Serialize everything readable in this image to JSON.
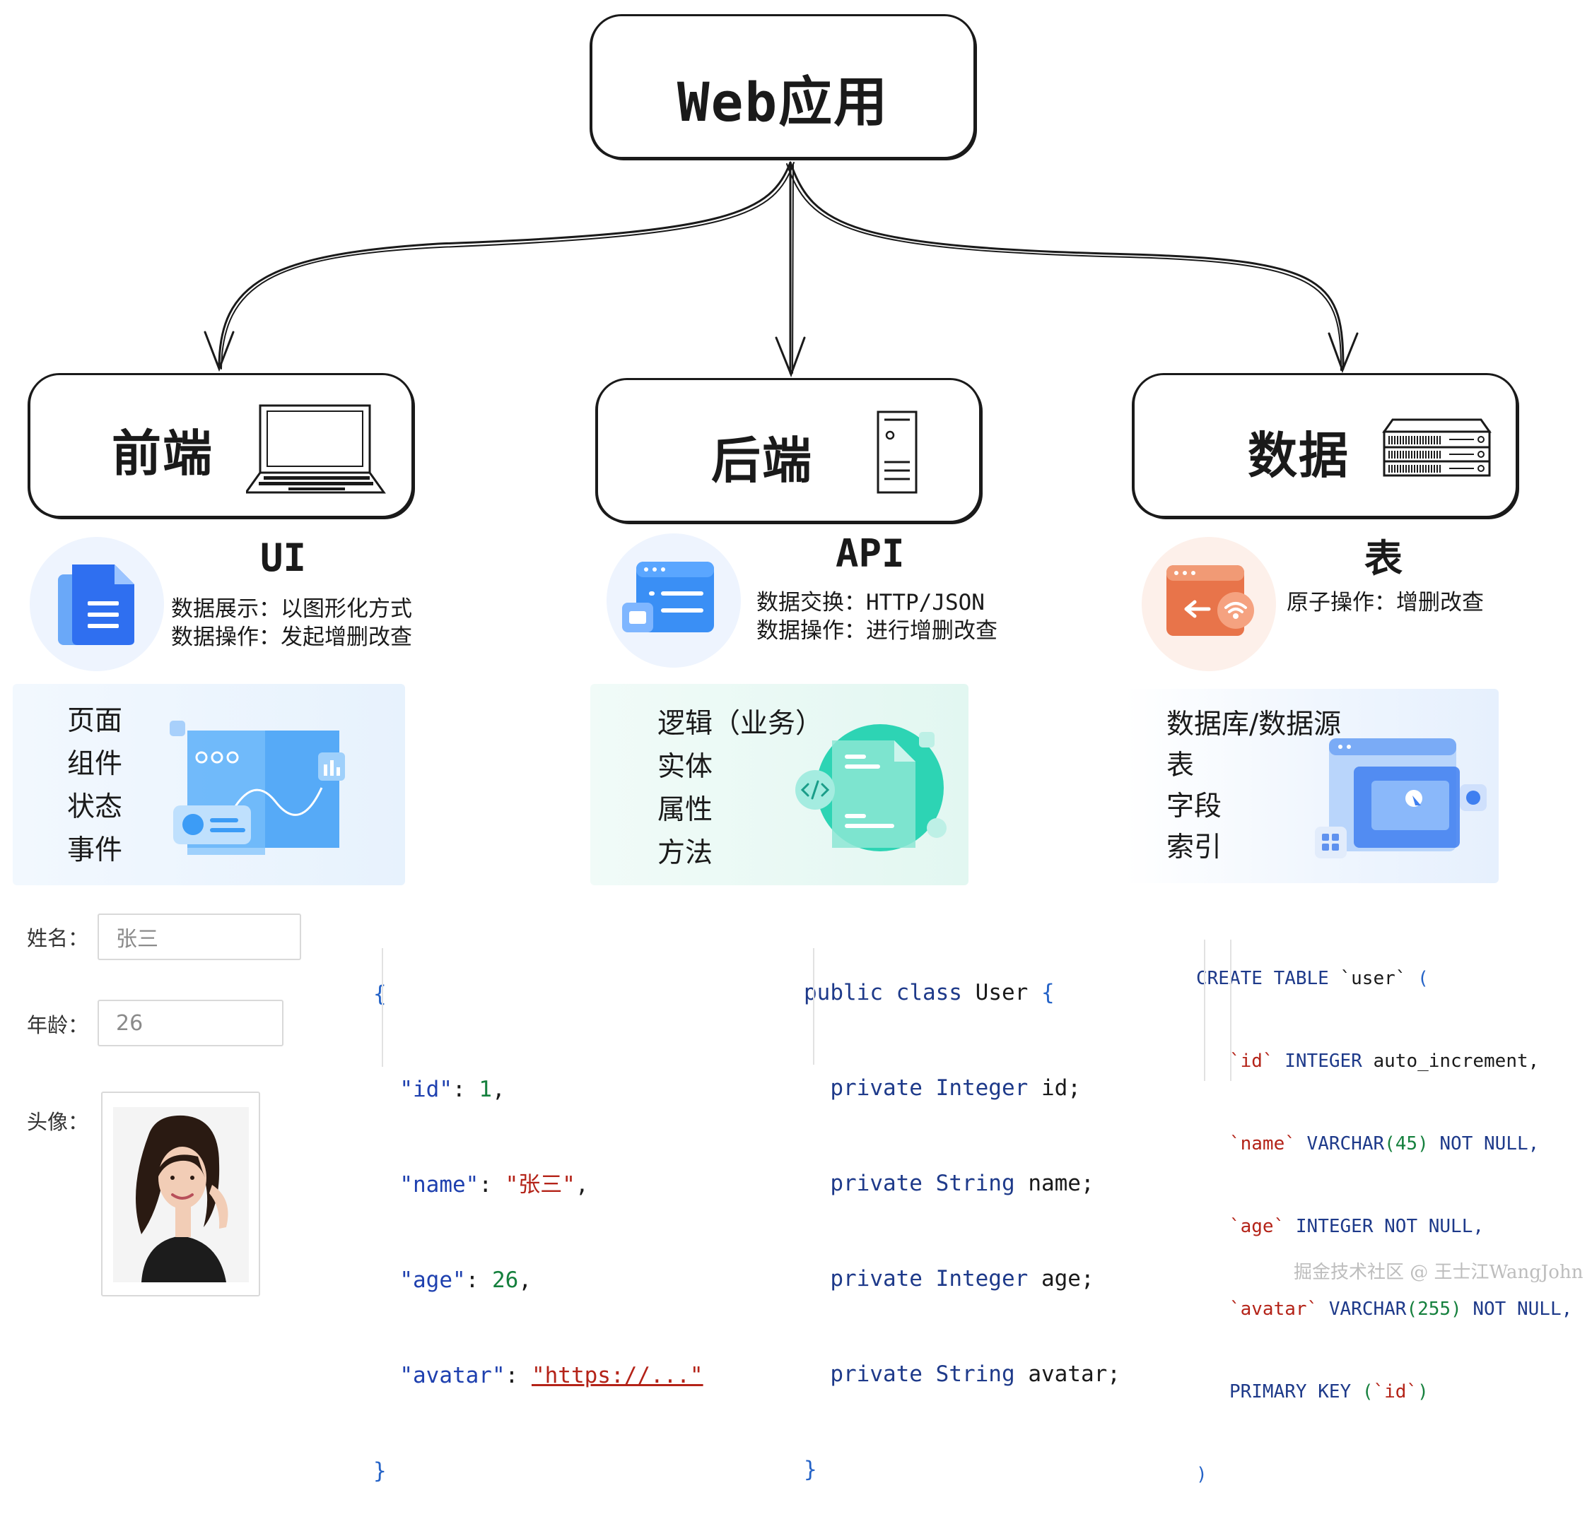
{
  "root": {
    "title": "Web应用"
  },
  "columns": [
    {
      "box_title": "前端",
      "box_icon": "laptop-icon",
      "section_title": "UI",
      "section_icon": "document-icon",
      "desc": [
        "数据展示：以图形化方式",
        "数据操作：发起增删改查"
      ],
      "panel_items": [
        "页面",
        "组件",
        "状态",
        "事件"
      ],
      "panel_art": "ui-dashboard-illustration"
    },
    {
      "box_title": "后端",
      "box_icon": "server-tower-icon",
      "section_title": "API",
      "section_icon": "api-window-icon",
      "desc": [
        "数据交换：HTTP/JSON",
        "数据操作：进行增删改查"
      ],
      "panel_items": [
        "逻辑（业务）",
        "实体",
        "属性",
        "方法"
      ],
      "panel_art": "code-document-illustration"
    },
    {
      "box_title": "数据",
      "box_icon": "rack-server-icon",
      "section_title": "表",
      "section_icon": "database-window-icon",
      "desc": [
        "原子操作：增删改查"
      ],
      "panel_items": [
        "数据库/数据源",
        "表",
        "字段",
        "索引"
      ],
      "panel_art": "data-window-illustration"
    }
  ],
  "form": {
    "name_label": "姓名：",
    "name_value": "张三",
    "age_label": "年龄：",
    "age_value": "26",
    "avatar_label": "头像："
  },
  "json_code": {
    "open": "{",
    "id_key": "\"id\"",
    "id_val": "1",
    "name_key": "\"name\"",
    "name_val": "\"张三\"",
    "age_key": "\"age\"",
    "age_val": "26",
    "avatar_key": "\"avatar\"",
    "avatar_val": "\"https://...\"",
    "close": "}"
  },
  "java_code": {
    "public": "public",
    "class": "class",
    "class_name": "User",
    "brace_open": "{",
    "private": "private",
    "fields": [
      {
        "type": "Integer",
        "name": "id;"
      },
      {
        "type": "String",
        "name": "name;"
      },
      {
        "type": "Integer",
        "name": "age;"
      },
      {
        "type": "String",
        "name": "avatar;"
      }
    ],
    "brace_close": "}"
  },
  "sql_code": {
    "create": "CREATE TABLE",
    "table": "`user`",
    "paren_open": "(",
    "id_col": "`id`",
    "id_type": "INTEGER",
    "id_extra": "auto_increment,",
    "name_col": "`name`",
    "name_type": "VARCHAR",
    "name_len": "(45)",
    "name_extra": "NOT NULL,",
    "age_col": "`age`",
    "age_type": "INTEGER",
    "age_extra": "NOT NULL,",
    "avatar_col": "`avatar`",
    "avatar_type": "VARCHAR",
    "avatar_len": "(255)",
    "avatar_extra": "NOT NULL,",
    "pk": "PRIMARY KEY",
    "pk_open": "(",
    "pk_col": "`id`",
    "pk_close": ")",
    "paren_close": ")"
  },
  "watermark": "掘金技术社区 @ 王士江WangJohn",
  "colors": {
    "ink": "#1a1a1a",
    "ui_blue": "#3b82f6",
    "api_blue": "#2f8cf0",
    "data_orange": "#e8744a",
    "panel_blue": "#e9f3fd",
    "panel_teal": "#e5f8f3",
    "code_keyword": "#1e3a8a",
    "code_string": "#b42318",
    "code_number": "#15803d"
  }
}
